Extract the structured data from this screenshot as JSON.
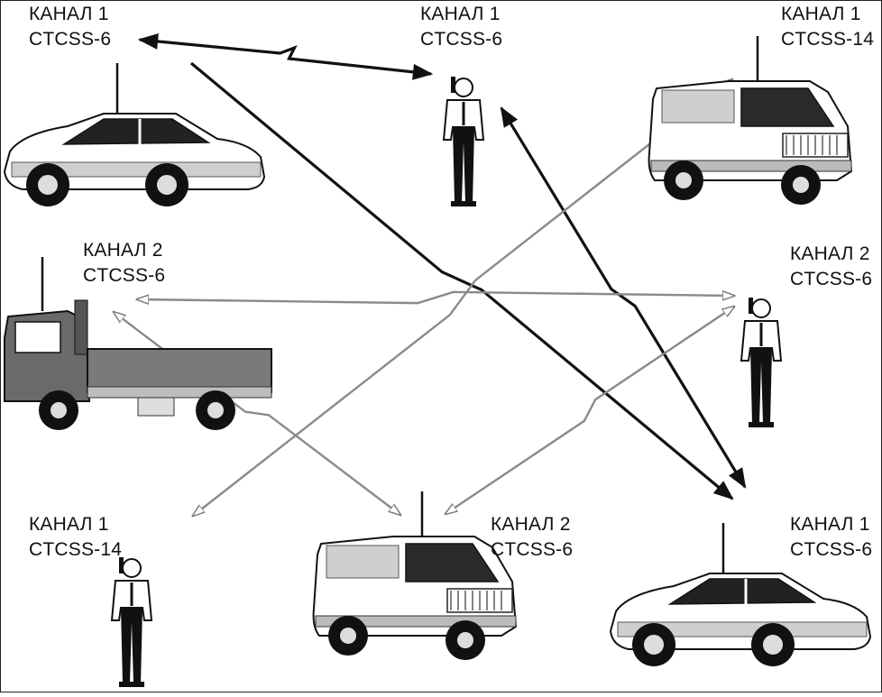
{
  "nodes": [
    {
      "id": "car-top-left",
      "kind": "sedan",
      "channel": "КАНАЛ 1",
      "code": "CTCSS-6"
    },
    {
      "id": "officer-top",
      "kind": "person",
      "channel": "КАНАЛ 1",
      "code": "CTCSS-6"
    },
    {
      "id": "van-top-right",
      "kind": "van",
      "channel": "КАНАЛ 1",
      "code": "CTCSS-14"
    },
    {
      "id": "truck-left",
      "kind": "truck",
      "channel": "КАНАЛ 2",
      "code": "CTCSS-6"
    },
    {
      "id": "officer-right",
      "kind": "person",
      "channel": "КАНАЛ 2",
      "code": "CTCSS-6"
    },
    {
      "id": "officer-bottom-left",
      "kind": "person",
      "channel": "КАНАЛ 1",
      "code": "CTCSS-14"
    },
    {
      "id": "van-bottom",
      "kind": "van",
      "channel": "КАНАЛ 2",
      "code": "CTCSS-6"
    },
    {
      "id": "car-bottom-right",
      "kind": "sedan",
      "channel": "КАНАЛ 1",
      "code": "CTCSS-6"
    }
  ],
  "links": [
    {
      "from": "car-top-left",
      "to": "officer-top",
      "style": "dark",
      "double": true,
      "zigzag": true
    },
    {
      "from": "car-top-left",
      "to": "van-bottom",
      "style": "dark",
      "double": false
    },
    {
      "from": "officer-top",
      "to": "car-bottom-right",
      "style": "dark",
      "double": true
    },
    {
      "from": "van-top-right",
      "to": "officer-bottom-left",
      "style": "light",
      "double": true
    },
    {
      "from": "truck-left",
      "to": "officer-right",
      "style": "light",
      "double": true
    },
    {
      "from": "truck-left",
      "to": "van-bottom",
      "style": "light",
      "double": true
    },
    {
      "from": "officer-right",
      "to": "van-bottom",
      "style": "light",
      "double": true
    }
  ],
  "colors": {
    "dark": "#111111",
    "light": "#8a8a8a",
    "body": "#ffffff",
    "body_shade": "#cfcfcf",
    "cab": "#6a6a6a",
    "outline": "#111111"
  }
}
